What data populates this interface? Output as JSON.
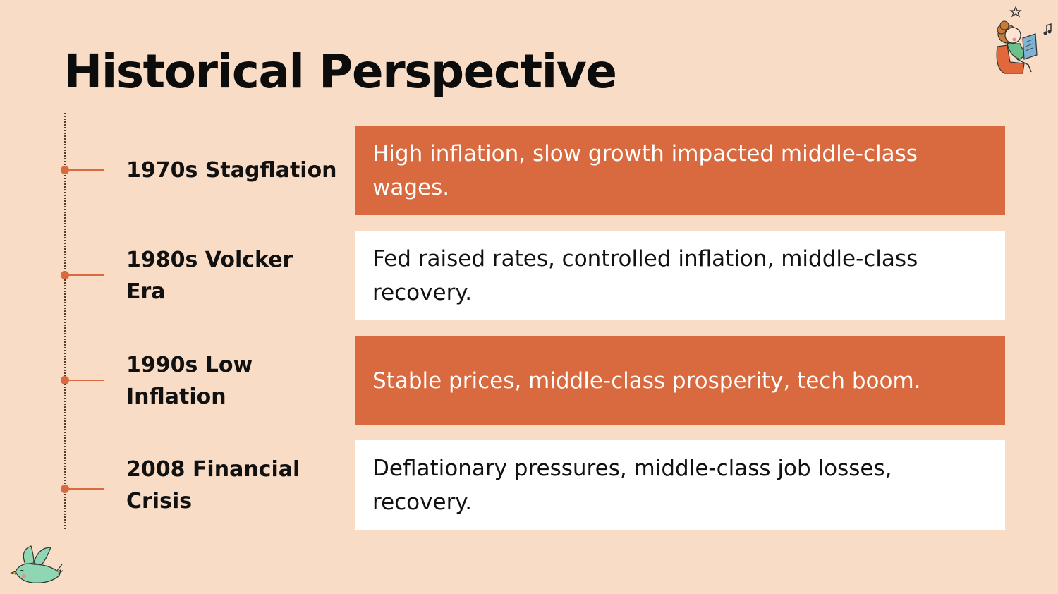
{
  "title": "Historical Perspective",
  "timeline": [
    {
      "label": "1970s Stagflation",
      "description": "High inflation, slow growth impacted middle-class wages.",
      "style": "accent"
    },
    {
      "label": "1980s Volcker Era",
      "description": "Fed raised rates, controlled inflation, middle-class recovery.",
      "style": "plain"
    },
    {
      "label": "1990s Low Inflation",
      "description": "Stable prices, middle-class prosperity, tech boom.",
      "style": "accent"
    },
    {
      "label": "2008 Financial Crisis",
      "description": "Deflationary pressures, middle-class job losses, recovery.",
      "style": "plain"
    }
  ],
  "colors": {
    "background": "#f8dcc6",
    "accent": "#d96a3f",
    "box_light": "#ffffff",
    "text": "#111111"
  },
  "decorations": {
    "top_right": "reading-character-icon",
    "bottom_left": "bird-icon"
  }
}
